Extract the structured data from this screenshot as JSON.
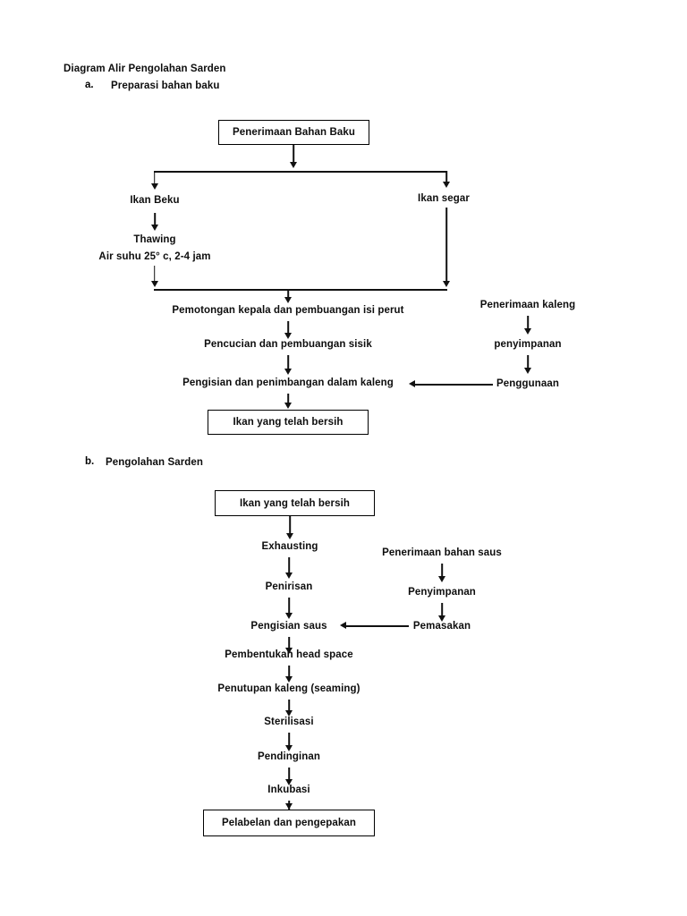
{
  "document": {
    "title": "Diagram Alir Pengolahan Sarden"
  },
  "sections": [
    {
      "marker": "a.",
      "heading": "Preparasi bahan baku",
      "nodes": {
        "start_box": "Penerimaan Bahan Baku",
        "branch_left": "Ikan Beku",
        "branch_right": "Ikan segar",
        "thawing": "Thawing",
        "thawing_detail": "Air suhu 25° c, 2-4 jam",
        "step1": "Pemotongan kepala dan pembuangan isi perut",
        "step2": "Pencucian dan pembuangan sisik",
        "step3": "Pengisian dan penimbangan dalam kaleng",
        "end_box": "Ikan yang telah bersih",
        "can1": "Penerimaan kaleng",
        "can2": "penyimpanan",
        "can3": "Penggunaan"
      }
    },
    {
      "marker": "b.",
      "heading": "Pengolahan Sarden",
      "nodes": {
        "start_box": "Ikan yang telah bersih",
        "step1": "Exhausting",
        "step2": "Penirisan",
        "step3": "Pengisian saus",
        "step4": "Pembentukan head space",
        "step5": "Penutupan kaleng (seaming)",
        "step6": "Sterilisasi",
        "step7": "Pendinginan",
        "step8": "Inkubasi",
        "end_box": "Pelabelan dan pengepakan",
        "sauce1": "Penerimaan bahan saus",
        "sauce2": "Penyimpanan",
        "sauce3": "Pemasakan"
      }
    }
  ],
  "style": {
    "ink": "#0d0d0d",
    "line": "#111111",
    "paper": "#ffffff"
  }
}
